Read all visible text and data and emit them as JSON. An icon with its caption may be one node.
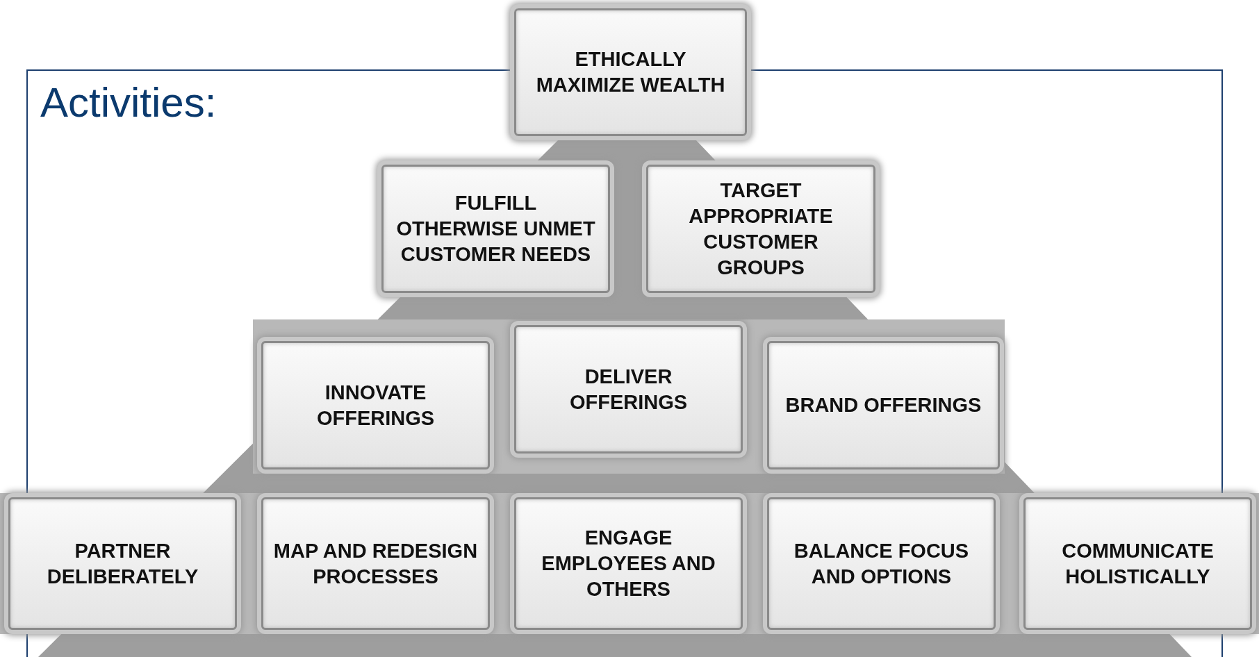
{
  "diagram": {
    "title": "Activities:",
    "nodes": [
      {
        "text": [
          "ETHICALLY MAXIMIZE WEALTH"
        ]
      },
      {
        "text": [
          "FULFILL OTHERWISE UNMET CUSTOMER NEEDS"
        ]
      },
      {
        "text": [
          "TARGET APPROPRIATE CUSTOMER GROUPS"
        ]
      },
      {
        "text": [
          "INNOVATE OFFERINGS"
        ]
      },
      {
        "text": [
          "DELIVER OFFERINGS"
        ]
      },
      {
        "text": [
          "BRAND OFFERINGS"
        ]
      },
      {
        "text": [
          "PARTNER DELIBERATELY"
        ]
      },
      {
        "text": [
          "MAP AND REDESIGN PROCESSES"
        ]
      },
      {
        "text": [
          "ENGAGE EMPLOYEES AND OTHERS"
        ]
      },
      {
        "text": [
          "BALANCE FOCUS AND OPTIONS"
        ]
      },
      {
        "text": [
          "COMMUNICATE HOLISTICALLY"
        ]
      }
    ]
  }
}
